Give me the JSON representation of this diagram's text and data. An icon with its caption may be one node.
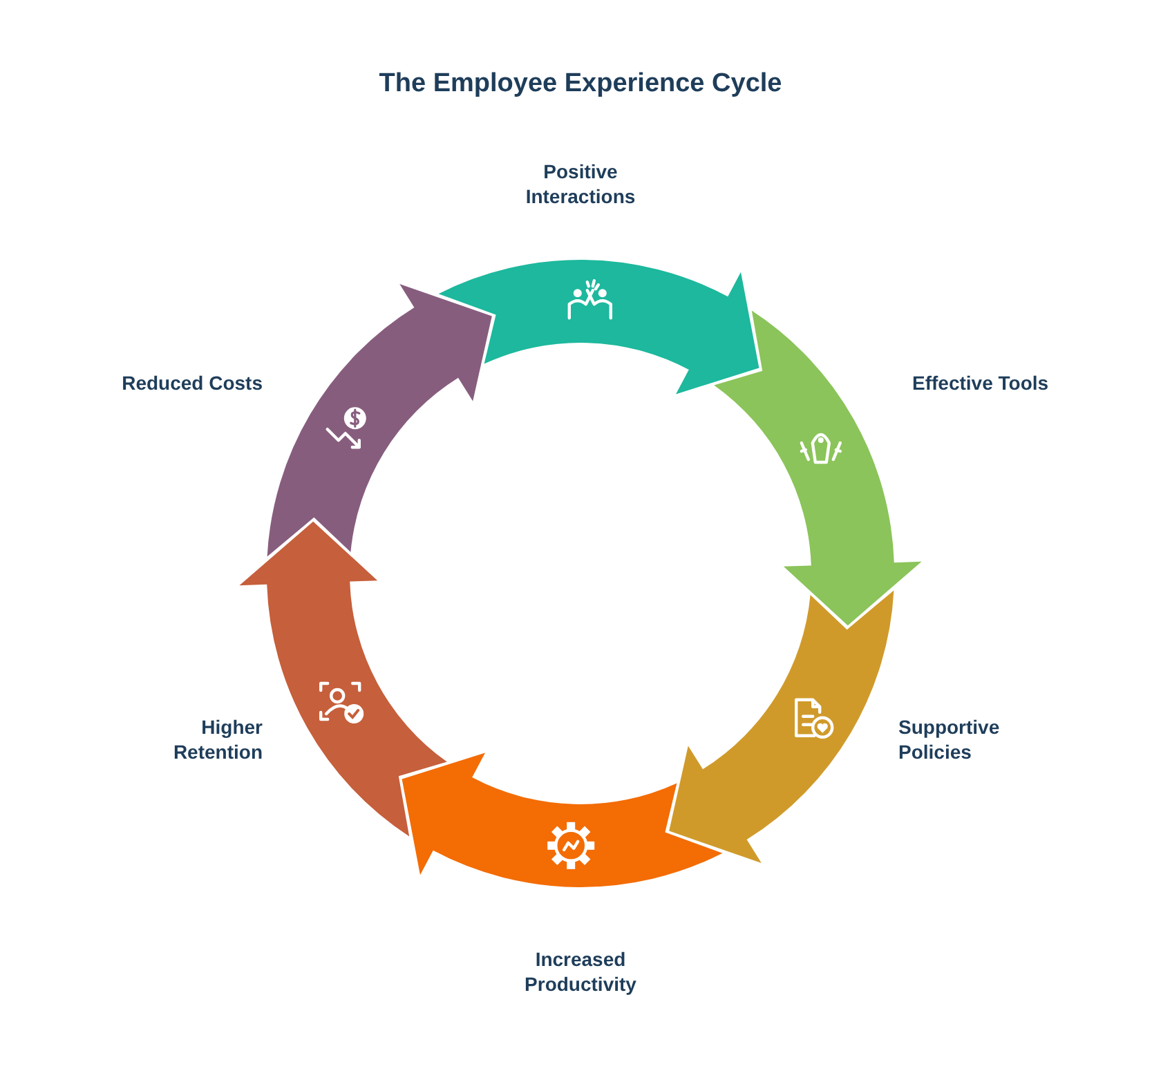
{
  "diagram": {
    "title": "The Employee Experience Cycle",
    "nodes": [
      {
        "text": [
          "Positive Interactions"
        ]
      },
      {
        "text": [
          "Effective Tools"
        ]
      },
      {
        "text": [
          "Supportive Policies"
        ]
      },
      {
        "text": [
          "Increased Productivity"
        ]
      },
      {
        "text": [
          "Higher Retention"
        ]
      },
      {
        "text": [
          "Reduced Costs"
        ]
      }
    ]
  }
}
